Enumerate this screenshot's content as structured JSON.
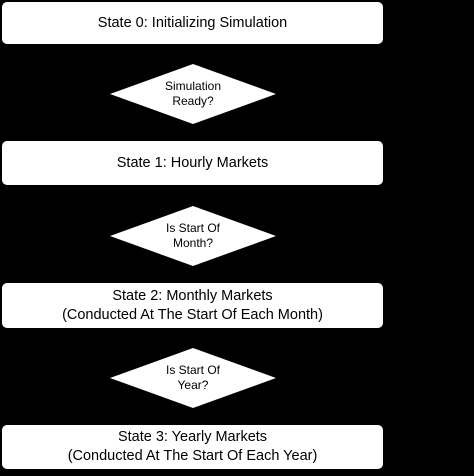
{
  "diagram": {
    "states": [
      {
        "line1": "State 0: Initializing Simulation",
        "line2": ""
      },
      {
        "line1": "State 1: Hourly Markets",
        "line2": ""
      },
      {
        "line1": "State 2: Monthly Markets",
        "line2": "(Conducted At The Start Of Each Month)"
      },
      {
        "line1": "State 3: Yearly Markets",
        "line2": "(Conducted At The Start Of Each Year)"
      }
    ],
    "decisions": [
      {
        "line1": "Simulation",
        "line2": "Ready?"
      },
      {
        "line1": "Is Start Of",
        "line2": "Month?"
      },
      {
        "line1": "Is Start Of",
        "line2": "Year?"
      }
    ],
    "colors": {
      "background": "#000000",
      "node_fill": "#ffffff",
      "text": "#000000"
    }
  }
}
